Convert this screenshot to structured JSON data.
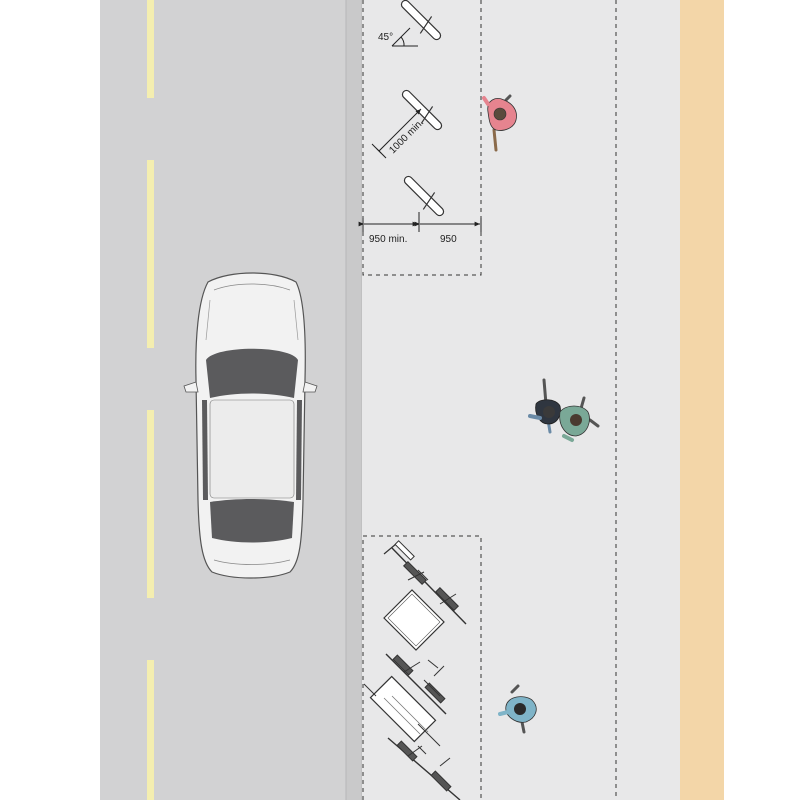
{
  "dimensions": {
    "angle_label": "45°",
    "rack_spacing_label": "1000 min.",
    "clearance_left_label": "950 min.",
    "clearance_right_label": "950"
  },
  "colors": {
    "background": "#ffffff",
    "road": "#d2d2d3",
    "lane_marking": "#f4eeb0",
    "curb": "#c9c9ca",
    "sidewalk": "#e8e8e9",
    "building_edge": "#f3d6a8",
    "car_body": "#f2f2f2",
    "car_glass": "#5b5b5d",
    "line": "#333333"
  },
  "icons": [
    "car-icon",
    "bike-rack-icon",
    "pedestrian-icon",
    "bicycle-icon",
    "cargo-bike-icon",
    "bike-trailer-icon"
  ]
}
